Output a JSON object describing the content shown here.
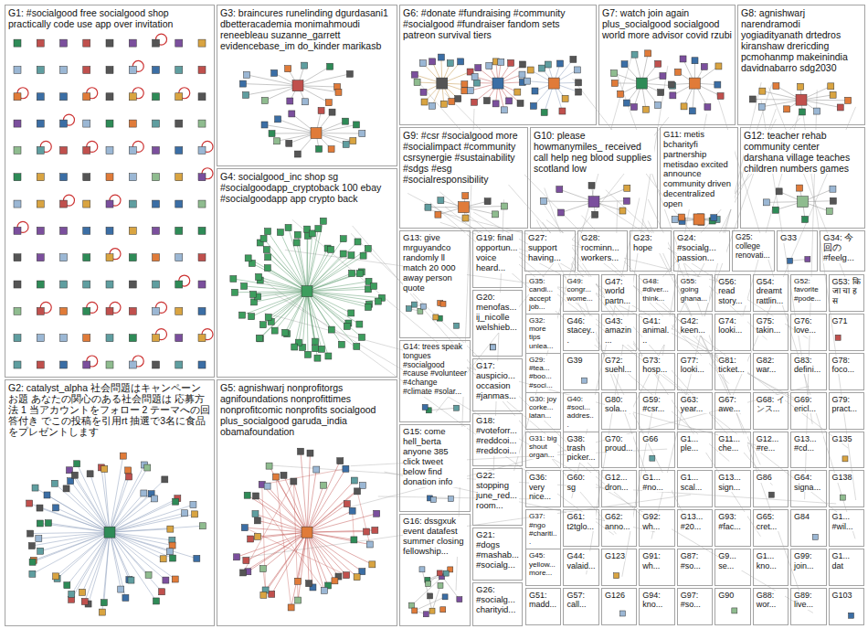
{
  "diagram": {
    "nodes": [
      {
        "text": [
          "G1: #socialgood free socialgood shop practically code use app over invitation"
        ]
      },
      {
        "text": [
          "G2: catalyst_alpha 社会問題はキャンペーン お題 あなたの関心のある社会問題は 応募方法 1 当アカウントをフォロー 2 テーマへの回答付き でこの投稿を引用rt 抽選で3名に食品をプレゼントします"
        ]
      },
      {
        "text": [
          "G3: braincures runelinding dgurdasani1 dbetteracademia monimahmoudi reneebleau suzanne_garrett evidencebase_im do_kinder marikasb"
        ]
      },
      {
        "text": [
          "G4: socialgood_inc shop sg #socialgoodapp_cryptoback 100 ebay #socialgoodapp app crypto back"
        ]
      },
      {
        "text": [
          "G5: agnishwarj nonprofitorgs agnifoundations nonprofittimes nonprofitcomic nonprofits socialgood plus_socialgood garuda_india obamafoundation"
        ]
      },
      {
        "text": [
          "G6: #donate #fundraising #community #socialgood #fundraiser fandom sets patreon survival tiers"
        ]
      },
      {
        "text": [
          "G7: watch join again plus_socialgood socialgood world more advisor covid rzubi"
        ]
      },
      {
        "text": [
          "G8: agnishwarj narendramodi yogiadityanath drtedros kiranshaw drericding pcmohanmp makeinindia davidnabarro sdg2030"
        ]
      },
      {
        "text": [
          "G9: #csr #socialgood more #socialimpact #community csrsynergie #sustainability #sdgs #esg #socialresponsibility"
        ]
      },
      {
        "text": [
          "G10: please howmanymiles_ received call help neg blood supplies scotland low"
        ]
      },
      {
        "text": [
          "G11: metis bcharityfi partnership metisdao excited announce community driven decentralized open"
        ]
      },
      {
        "text": [
          "G12: teacher rehab community center darshana village teaches children numbers games"
        ]
      },
      {
        "text": [
          "G13: give mrguyandco randomly ll match 20 000 away person quote"
        ]
      },
      {
        "text": [
          "G14: trees speak tongues #socialgood #cause #volunteer #4change #climate #solar..."
        ]
      },
      {
        "text": [
          "G15: come hell_berta anyone 385 click tweet below find donation info"
        ]
      },
      {
        "text": [
          "G16: dssgxuk event datafest summer closing fellowship..."
        ]
      },
      {
        "text": [
          "G19: final opportun... voice heard..."
        ]
      },
      {
        "text": [
          "G27: support having..."
        ]
      },
      {
        "text": [
          "G28: rocminn... workers..."
        ]
      },
      {
        "text": [
          "G23: hope"
        ]
      },
      {
        "text": [
          "G24: #socialg... passion..."
        ]
      },
      {
        "text": [
          "G25: college renovati..."
        ]
      },
      {
        "text": [
          "G33"
        ]
      },
      {
        "text": [
          "G34: 今回の #feelg..."
        ]
      },
      {
        "text": [
          "G20: menofas... ij_nicolle welshieb..."
        ]
      },
      {
        "text": [
          "G17: auspicio... occasion #janmas..."
        ]
      },
      {
        "text": [
          "G18: #voteforr... #reddcoi... #reddcoi..."
        ]
      },
      {
        "text": [
          "G22: stopping june_red... room..."
        ]
      },
      {
        "text": [
          "G21: #dogs #mashab... #socialg..."
        ]
      },
      {
        "text": [
          "G26: #socialg... charityid..."
        ]
      },
      {
        "text": [
          "G35: candi... accept job..."
        ]
      },
      {
        "text": [
          "G49: congr... wome..."
        ]
      },
      {
        "text": [
          "G47: world partn..."
        ]
      },
      {
        "text": [
          "G48: #diver... think..."
        ]
      },
      {
        "text": [
          "G55: going ghana..."
        ]
      },
      {
        "text": [
          "G56: read story..."
        ]
      },
      {
        "text": [
          "G54: dreamt rattlin..."
        ]
      },
      {
        "text": [
          "G52: favorite #pode..."
        ]
      },
      {
        "text": [
          "G53: कि जा चा ह स"
        ]
      },
      {
        "text": [
          "G32: more tips unlea..."
        ]
      },
      {
        "text": [
          "G46: stacey..."
        ]
      },
      {
        "text": [
          "G43: amazin..."
        ]
      },
      {
        "text": [
          "G41: animal..."
        ]
      },
      {
        "text": [
          "G42: keen..."
        ]
      },
      {
        "text": [
          "G74: looki..."
        ]
      },
      {
        "text": [
          "G75: takin..."
        ]
      },
      {
        "text": [
          "G76: love..."
        ]
      },
      {
        "text": [
          "G71"
        ]
      },
      {
        "text": [
          "G29: #tea... #boo... #soci..."
        ]
      },
      {
        "text": [
          "G39"
        ]
      },
      {
        "text": [
          "G72: suehl..."
        ]
      },
      {
        "text": [
          "G73: hosp..."
        ]
      },
      {
        "text": [
          "G77: looki..."
        ]
      },
      {
        "text": [
          "G81: ticket..."
        ]
      },
      {
        "text": [
          "G82: war..."
        ]
      },
      {
        "text": [
          "G83: defini..."
        ]
      },
      {
        "text": [
          "G78: foco..."
        ]
      },
      {
        "text": [
          "G30: joy corke... latan..."
        ]
      },
      {
        "text": [
          "G40: #soci... addres..."
        ]
      },
      {
        "text": [
          "G80: sola..."
        ]
      },
      {
        "text": [
          "G59: #csr..."
        ]
      },
      {
        "text": [
          "G63: year..."
        ]
      },
      {
        "text": [
          "G67: awe..."
        ]
      },
      {
        "text": [
          "G68: インス..."
        ]
      },
      {
        "text": [
          "G69: ericl..."
        ]
      },
      {
        "text": [
          "G79: pract..."
        ]
      },
      {
        "text": [
          "G31: big shout organ..."
        ]
      },
      {
        "text": [
          "G38: trash picker..."
        ]
      },
      {
        "text": [
          "G70: proud..."
        ]
      },
      {
        "text": [
          "G66"
        ]
      },
      {
        "text": [
          "G1... ple..."
        ]
      },
      {
        "text": [
          "G11... che..."
        ]
      },
      {
        "text": [
          "G12... #re..."
        ]
      },
      {
        "text": [
          "G13... #cd..."
        ]
      },
      {
        "text": [
          "G135"
        ]
      },
      {
        "text": [
          "G36: very nice..."
        ]
      },
      {
        "text": [
          "G60: sg"
        ]
      },
      {
        "text": [
          "G12... dron..."
        ]
      },
      {
        "text": [
          "G1... #no..."
        ]
      },
      {
        "text": [
          "G1... scal..."
        ]
      },
      {
        "text": [
          "G13... sign..."
        ]
      },
      {
        "text": [
          "G86"
        ]
      },
      {
        "text": [
          "G64: signa..."
        ]
      },
      {
        "text": [
          "G138"
        ]
      },
      {
        "text": [
          "G37: #ngo #chariti..."
        ]
      },
      {
        "text": [
          "G61: t2tglo..."
        ]
      },
      {
        "text": [
          "G62: anno..."
        ]
      },
      {
        "text": [
          "G92: wh..."
        ]
      },
      {
        "text": [
          "G13... #20..."
        ]
      },
      {
        "text": [
          "G93: #fac..."
        ]
      },
      {
        "text": [
          "G65: cret..."
        ]
      },
      {
        "text": [
          "G84"
        ]
      },
      {
        "text": [
          "G1... #wil..."
        ]
      },
      {
        "text": [
          "G45: yellow... more..."
        ]
      },
      {
        "text": [
          "G44: valaid..."
        ]
      },
      {
        "text": [
          "G123"
        ]
      },
      {
        "text": [
          "G91: wh..."
        ]
      },
      {
        "text": [
          "G87: #so..."
        ]
      },
      {
        "text": [
          "G9... se..."
        ]
      },
      {
        "text": [
          "G1... kno..."
        ]
      },
      {
        "text": [
          "G99: join..."
        ]
      },
      {
        "text": [
          "G1... dat"
        ]
      },
      {
        "text": [
          "G51: madd..."
        ]
      },
      {
        "text": [
          "G57: call..."
        ]
      },
      {
        "text": [
          "G126"
        ]
      },
      {
        "text": [
          "G94: kno..."
        ]
      },
      {
        "text": [
          "G97: #so..."
        ]
      },
      {
        "text": [
          "G90"
        ]
      },
      {
        "text": [
          "G88: wor..."
        ]
      },
      {
        "text": [
          "G89: live..."
        ]
      },
      {
        "text": [
          "G103"
        ]
      }
    ]
  }
}
